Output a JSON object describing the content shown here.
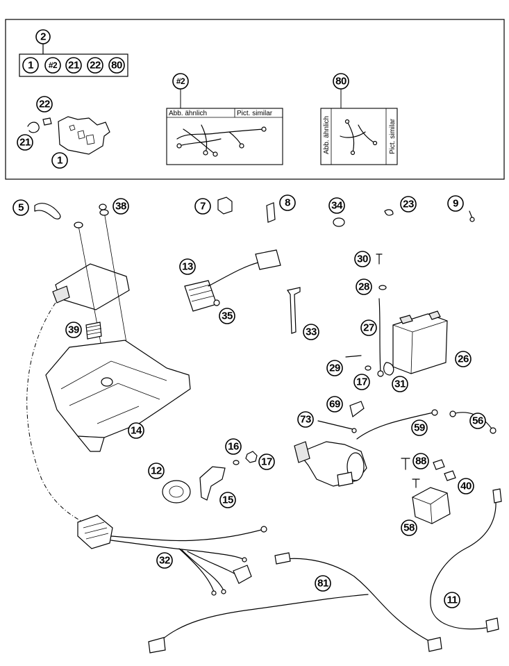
{
  "kit": {
    "title": "2",
    "items": [
      "1",
      "#2",
      "21",
      "22",
      "80"
    ]
  },
  "insets": {
    "harness_inset": {
      "callout": "#2",
      "label_de": "Abb. ähnlich",
      "label_en": "Pict. similar"
    },
    "part80_inset": {
      "callout": "80",
      "label_de": "Abb. ähnlich",
      "label_en": "Pict. similar"
    },
    "bracket_callouts": [
      "22",
      "21",
      "1"
    ]
  },
  "callouts": {
    "c5": "5",
    "c38": "38",
    "c7": "7",
    "c8": "8",
    "c34": "34",
    "c23": "23",
    "c9": "9",
    "c13": "13",
    "c30": "30",
    "c28": "28",
    "c35": "35",
    "c33": "33",
    "c39": "39",
    "c27": "27",
    "c26": "26",
    "c29": "29",
    "c17a": "17",
    "c31": "31",
    "c69": "69",
    "c73": "73",
    "c59": "59",
    "c56": "56",
    "c14": "14",
    "c16": "16",
    "c17b": "17",
    "c12": "12",
    "c15": "15",
    "c88": "88",
    "c40": "40",
    "c58": "58",
    "c32": "32",
    "c81": "81",
    "c11": "11"
  }
}
